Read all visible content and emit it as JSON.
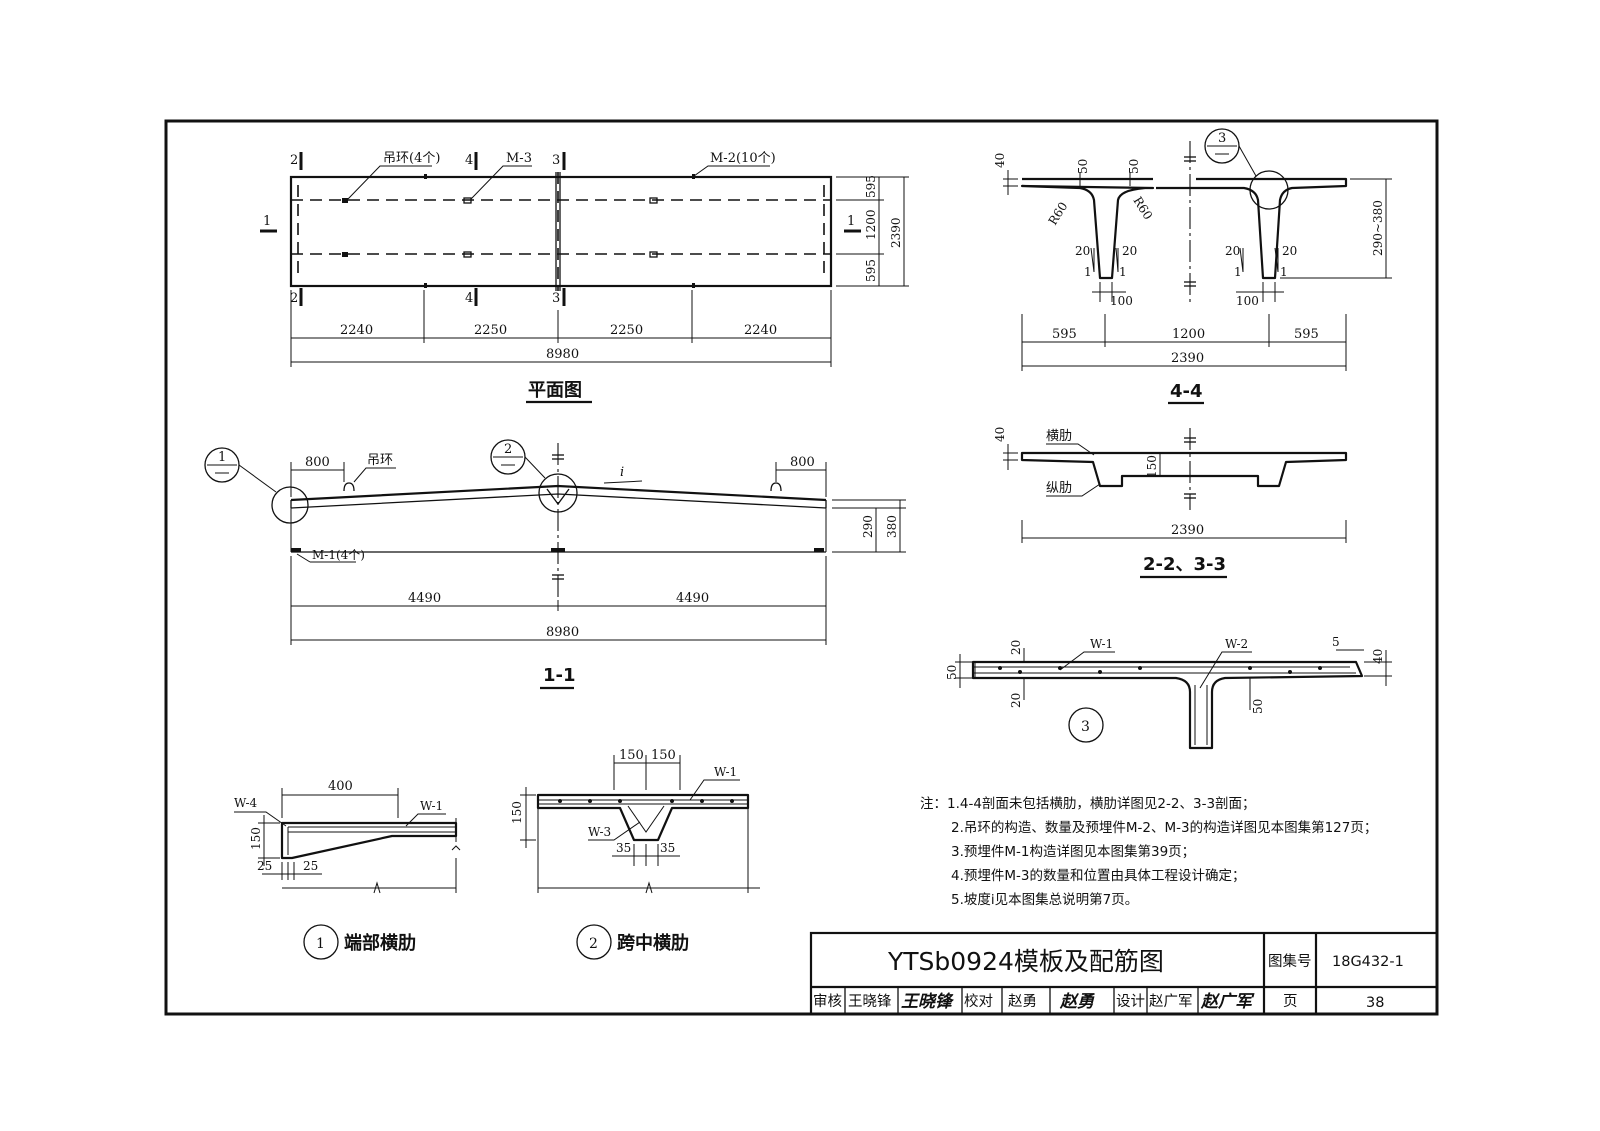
{
  "plan": {
    "caption": "平面图",
    "label_hanging_rings": "吊环(4个)",
    "label_m3": "M-3",
    "label_m2": "M-2(10个)",
    "sec_2": "2",
    "sec_4": "4",
    "sec_3": "3",
    "sec_1": "1",
    "dim_595a": "595",
    "dim_1200": "1200",
    "dim_595b": "595",
    "dim_2390": "2390",
    "dim_2240a": "2240",
    "dim_2250a": "2250",
    "dim_2250b": "2250",
    "dim_2240b": "2240",
    "dim_total": "8980"
  },
  "section_11": {
    "caption": "1-1",
    "detail_1": "1",
    "detail_2": "2",
    "dim_800a": "800",
    "dim_800b": "800",
    "label_ring": "吊环",
    "slope": "i",
    "label_m1": "M-1(4个)",
    "dim_290": "290",
    "dim_380": "380",
    "dim_4490a": "4490",
    "dim_4490b": "4490",
    "dim_total": "8980"
  },
  "section_44": {
    "caption": "4-4",
    "detail_3": "3",
    "dim_40": "40",
    "dim_50a": "50",
    "dim_50b": "50",
    "r60a": "R60",
    "r60b": "R60",
    "slope_20": "20",
    "slope_1": "1",
    "dim_290_380": "290~380",
    "dim_100a": "100",
    "dim_100b": "100",
    "dim_595a": "595",
    "dim_1200": "1200",
    "dim_595b": "595",
    "dim_2390": "2390"
  },
  "section_23": {
    "caption": "2-2、3-3",
    "label_cross_rib": "横肋",
    "label_long_rib": "纵肋",
    "dim_40": "40",
    "dim_150": "150",
    "dim_2390": "2390"
  },
  "detail_3": {
    "number": "3",
    "w1": "W-1",
    "w2": "W-2",
    "dim_20a": "20",
    "dim_50a": "50",
    "dim_20b": "20",
    "dim_5": "5",
    "dim_40": "40",
    "dim_50b": "50"
  },
  "detail_end_rib": {
    "number": "1",
    "caption": "端部横肋",
    "w4": "W-4",
    "w1": "W-1",
    "dim_400": "400",
    "dim_150": "150",
    "dim_25a": "25",
    "dim_25b": "25"
  },
  "detail_mid_rib": {
    "number": "2",
    "caption": "跨中横肋",
    "w1": "W-1",
    "w3": "W-3",
    "dim_150a": "150",
    "dim_150b": "150",
    "dim_150c": "150",
    "dim_35a": "35",
    "dim_35b": "35"
  },
  "notes": [
    "注：1.4-4剖面未包括横肋，横肋详图见2-2、3-3剖面；",
    "2.吊环的构造、数量及预埋件M-2、M-3的构造详图见本图集第127页；",
    "3.预埋件M-1构造详图见本图集第39页；",
    "4.预埋件M-3的数量和位置由具体工程设计确定；",
    "5.坡度i见本图集总说明第7页。"
  ],
  "title_block": {
    "title": "YTSb0924模板及配筋图",
    "atlas_label": "图集号",
    "atlas_no": "18G432-1",
    "review_label": "审核",
    "reviewer": "王晓锋",
    "reviewer_sig": "王晓锋",
    "check_label": "校对",
    "checker": "赵勇",
    "checker_sig": "赵勇",
    "design_label": "设计",
    "designer": "赵广军",
    "designer_sig": "赵广军",
    "page_label": "页",
    "page_no": "38"
  }
}
